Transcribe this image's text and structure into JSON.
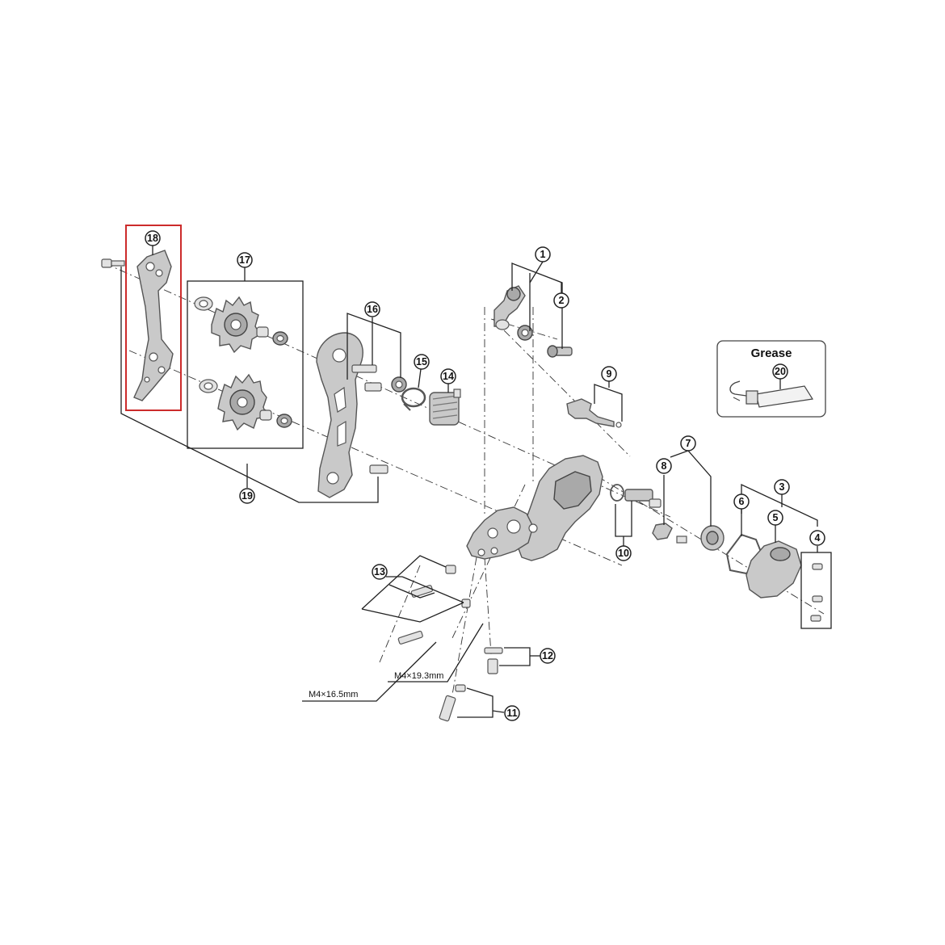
{
  "callouts": {
    "c1": "1",
    "c2": "2",
    "c3": "3",
    "c4": "4",
    "c5": "5",
    "c6": "6",
    "c7": "7",
    "c8": "8",
    "c9": "9",
    "c10": "10",
    "c11": "11",
    "c12": "12",
    "c13": "13",
    "c14": "14",
    "c15": "15",
    "c16": "16",
    "c17": "17",
    "c18": "18",
    "c19": "19",
    "c20": "20"
  },
  "labels": {
    "grease_title": "Grease",
    "dim_long": "M4×16.5mm",
    "dim_short": "M4×19.3mm"
  },
  "highlight": {
    "color": "#cc2b2b",
    "part": "18"
  }
}
